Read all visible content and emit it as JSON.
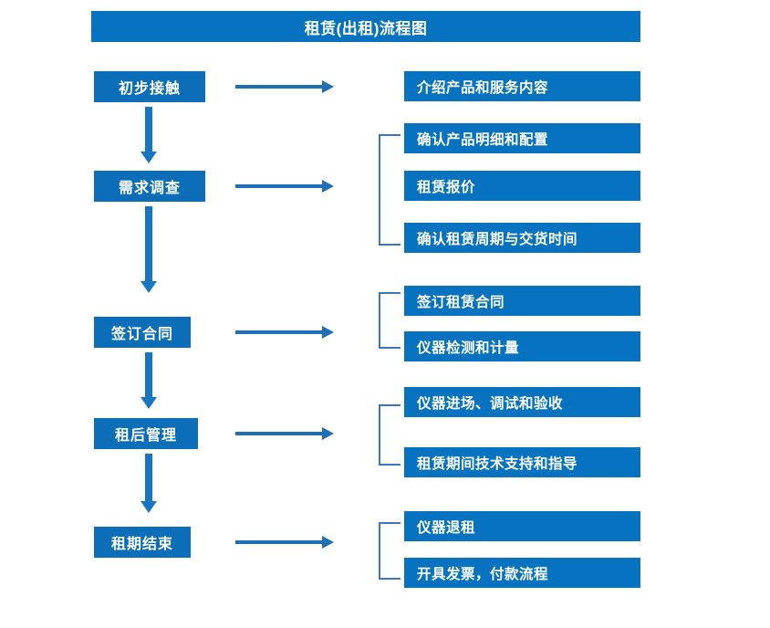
{
  "diagram": {
    "title": "租赁(出租)流程图",
    "colors": {
      "title_bar": "#0672C0",
      "stage_box": "#0C6EB8",
      "detail_box": "#0672C0",
      "arrow": "#1776C3",
      "bracket": "#3A78BE",
      "text": "#FFFFFF",
      "background": "#FFFFFF"
    },
    "stages": [
      {
        "label": "初步接触",
        "details": [
          "介绍产品和服务内容"
        ]
      },
      {
        "label": "需求调查",
        "details": [
          "确认产品明细和配置",
          "租赁报价",
          "确认租赁周期与交货时间"
        ]
      },
      {
        "label": "签订合同",
        "details": [
          "签订租赁合同",
          "仪器检测和计量"
        ]
      },
      {
        "label": "租后管理",
        "details": [
          "仪器进场、调试和验收",
          "租赁期间技术支持和指导"
        ]
      },
      {
        "label": "租期结束",
        "details": [
          "仪器退租",
          "开具发票，付款流程"
        ]
      }
    ]
  }
}
